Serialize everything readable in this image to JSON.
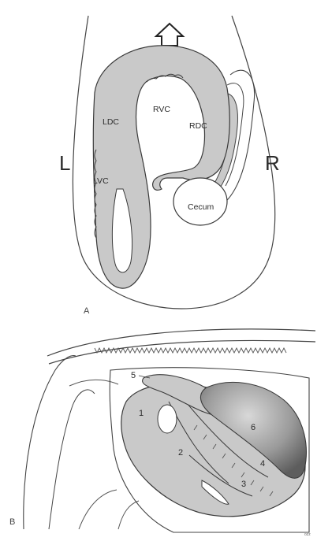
{
  "panel_a": {
    "panel_label": "A",
    "left_label": "L",
    "right_label": "R",
    "regions": {
      "ldc": "LDC",
      "rvc": "RVC",
      "rdc": "RDC",
      "lvc": "LVC",
      "cecum": "Cecum"
    }
  },
  "panel_b": {
    "panel_label": "B",
    "numbers": [
      "1",
      "2",
      "3",
      "4",
      "5",
      "6"
    ],
    "signature": "ozz"
  },
  "colors": {
    "organ_fill": "#c9c9c9",
    "outline": "#333333",
    "dark_organ": "#7d7d7d"
  }
}
